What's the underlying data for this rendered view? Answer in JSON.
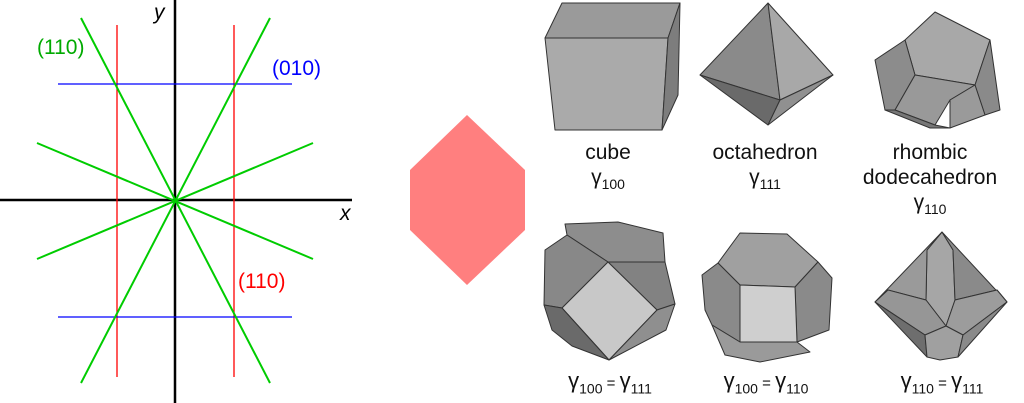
{
  "diagram": {
    "axes": {
      "x_label": "x",
      "y_label": "y"
    },
    "planes": [
      {
        "label": "(110)",
        "color": "#00aa00"
      },
      {
        "label": "(010)",
        "color": "#0000ff"
      },
      {
        "label": "(110)",
        "color": "#ff0000"
      }
    ],
    "wulff_shape_color": "#ff7f7f",
    "shapes": [
      {
        "name": "cube",
        "gamma": "γ",
        "sub": "100"
      },
      {
        "name": "octahedron",
        "gamma": "γ",
        "sub": "111"
      },
      {
        "name_line1": "rhombic",
        "name_line2": "dodecahedron",
        "gamma": "γ",
        "sub": "110"
      }
    ],
    "equalities": [
      {
        "g": "γ",
        "a": "100",
        "eq": " = ",
        "b": "111"
      },
      {
        "g": "γ",
        "a": "100",
        "eq": " = ",
        "b": "110"
      },
      {
        "g": "γ",
        "a": "110",
        "eq": " = ",
        "b": "111"
      }
    ]
  }
}
